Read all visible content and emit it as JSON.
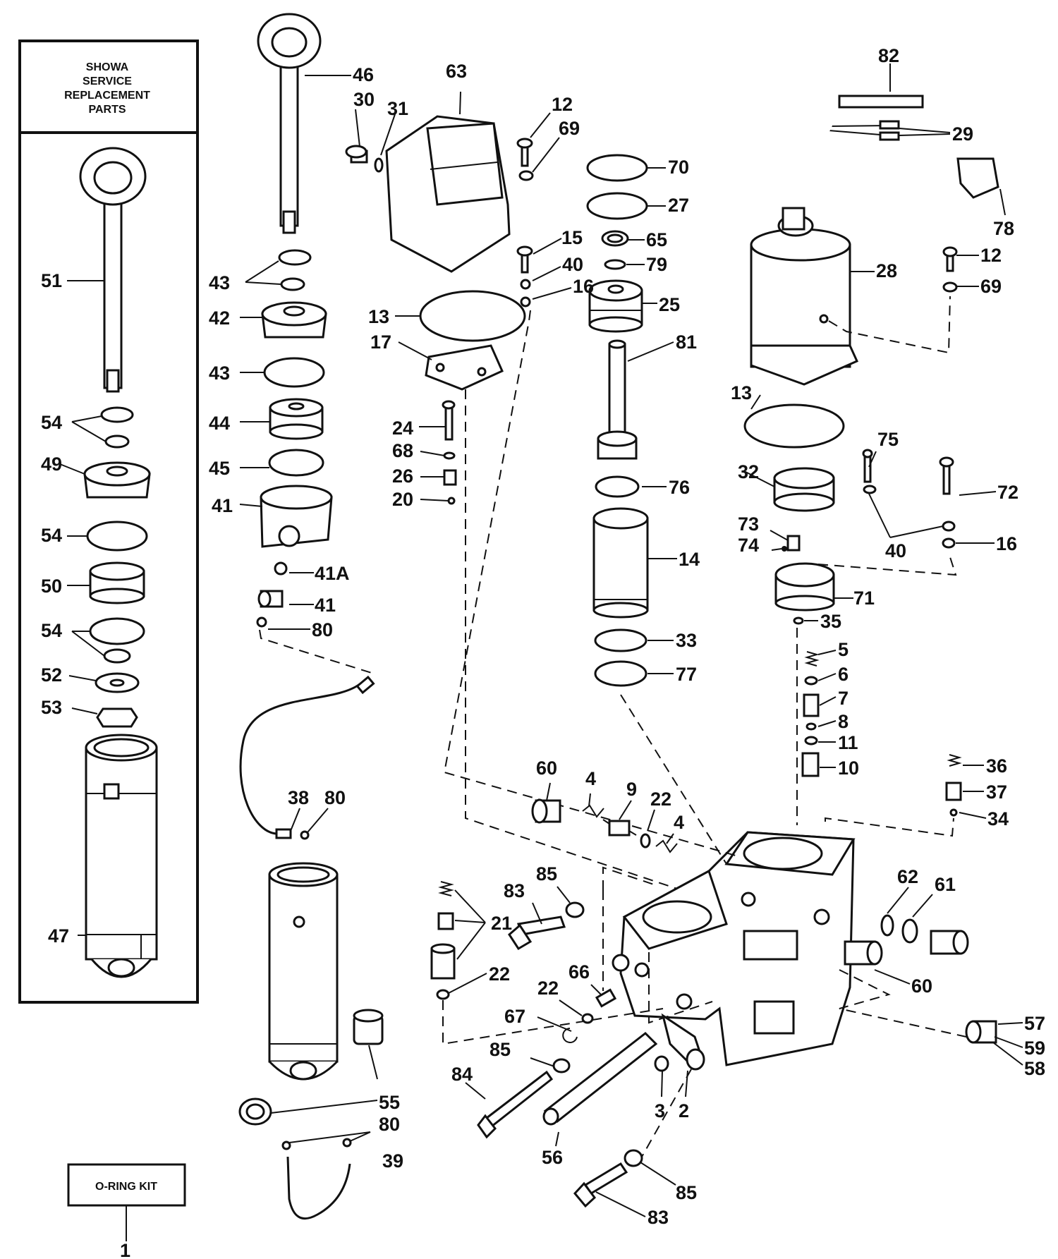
{
  "service_box": {
    "lines": [
      "SHOWA",
      "SERVICE",
      "REPLACEMENT",
      "PARTS"
    ]
  },
  "kit_box": {
    "label": "O-RING KIT"
  },
  "callouts": [
    {
      "id": "46",
      "text": "46"
    },
    {
      "id": "63",
      "text": "63"
    },
    {
      "id": "82",
      "text": "82"
    },
    {
      "id": "30",
      "text": "30"
    },
    {
      "id": "31",
      "text": "31"
    },
    {
      "id": "12a",
      "text": "12"
    },
    {
      "id": "69a",
      "text": "69"
    },
    {
      "id": "70",
      "text": "70"
    },
    {
      "id": "29",
      "text": "29"
    },
    {
      "id": "27",
      "text": "27"
    },
    {
      "id": "78",
      "text": "78"
    },
    {
      "id": "15",
      "text": "15"
    },
    {
      "id": "65",
      "text": "65"
    },
    {
      "id": "12b",
      "text": "12"
    },
    {
      "id": "40a",
      "text": "40"
    },
    {
      "id": "79",
      "text": "79"
    },
    {
      "id": "28",
      "text": "28"
    },
    {
      "id": "51",
      "text": "51"
    },
    {
      "id": "43a",
      "text": "43"
    },
    {
      "id": "16a",
      "text": "16"
    },
    {
      "id": "69b",
      "text": "69"
    },
    {
      "id": "42",
      "text": "42"
    },
    {
      "id": "13a",
      "text": "13"
    },
    {
      "id": "25",
      "text": "25"
    },
    {
      "id": "17",
      "text": "17"
    },
    {
      "id": "81",
      "text": "81"
    },
    {
      "id": "43b",
      "text": "43"
    },
    {
      "id": "13b",
      "text": "13"
    },
    {
      "id": "54a",
      "text": "54"
    },
    {
      "id": "44",
      "text": "44"
    },
    {
      "id": "24",
      "text": "24"
    },
    {
      "id": "75",
      "text": "75"
    },
    {
      "id": "68",
      "text": "68"
    },
    {
      "id": "49",
      "text": "49"
    },
    {
      "id": "45",
      "text": "45"
    },
    {
      "id": "26",
      "text": "26"
    },
    {
      "id": "32",
      "text": "32"
    },
    {
      "id": "76",
      "text": "76"
    },
    {
      "id": "72",
      "text": "72"
    },
    {
      "id": "20",
      "text": "20"
    },
    {
      "id": "41a",
      "text": "41"
    },
    {
      "id": "54b",
      "text": "54"
    },
    {
      "id": "73",
      "text": "73"
    },
    {
      "id": "74",
      "text": "74"
    },
    {
      "id": "40b",
      "text": "40"
    },
    {
      "id": "16b",
      "text": "16"
    },
    {
      "id": "14",
      "text": "14"
    },
    {
      "id": "50",
      "text": "50"
    },
    {
      "id": "41A",
      "text": "41A"
    },
    {
      "id": "71",
      "text": "71"
    },
    {
      "id": "41b",
      "text": "41"
    },
    {
      "id": "35",
      "text": "35"
    },
    {
      "id": "54c",
      "text": "54"
    },
    {
      "id": "80a",
      "text": "80"
    },
    {
      "id": "5",
      "text": "5"
    },
    {
      "id": "33",
      "text": "33"
    },
    {
      "id": "6",
      "text": "6"
    },
    {
      "id": "52",
      "text": "52"
    },
    {
      "id": "77",
      "text": "77"
    },
    {
      "id": "7",
      "text": "7"
    },
    {
      "id": "53",
      "text": "53"
    },
    {
      "id": "8",
      "text": "8"
    },
    {
      "id": "11",
      "text": "11"
    },
    {
      "id": "60a",
      "text": "60"
    },
    {
      "id": "10",
      "text": "10"
    },
    {
      "id": "36",
      "text": "36"
    },
    {
      "id": "4a",
      "text": "4"
    },
    {
      "id": "9",
      "text": "9"
    },
    {
      "id": "37",
      "text": "37"
    },
    {
      "id": "38",
      "text": "38"
    },
    {
      "id": "80b",
      "text": "80"
    },
    {
      "id": "22a",
      "text": "22"
    },
    {
      "id": "4b",
      "text": "4"
    },
    {
      "id": "34",
      "text": "34"
    },
    {
      "id": "85a",
      "text": "85"
    },
    {
      "id": "62",
      "text": "62"
    },
    {
      "id": "61",
      "text": "61"
    },
    {
      "id": "83a",
      "text": "83"
    },
    {
      "id": "21",
      "text": "21"
    },
    {
      "id": "47",
      "text": "47"
    },
    {
      "id": "66",
      "text": "66"
    },
    {
      "id": "60b",
      "text": "60"
    },
    {
      "id": "22b",
      "text": "22"
    },
    {
      "id": "22c",
      "text": "22"
    },
    {
      "id": "67",
      "text": "67"
    },
    {
      "id": "57",
      "text": "57"
    },
    {
      "id": "55",
      "text": "55"
    },
    {
      "id": "85b",
      "text": "85"
    },
    {
      "id": "59",
      "text": "59"
    },
    {
      "id": "58",
      "text": "58"
    },
    {
      "id": "84",
      "text": "84"
    },
    {
      "id": "3",
      "text": "3"
    },
    {
      "id": "2",
      "text": "2"
    },
    {
      "id": "80c",
      "text": "80"
    },
    {
      "id": "56",
      "text": "56"
    },
    {
      "id": "39",
      "text": "39"
    },
    {
      "id": "85c",
      "text": "85"
    },
    {
      "id": "83b",
      "text": "83"
    },
    {
      "id": "1",
      "text": "1"
    }
  ]
}
